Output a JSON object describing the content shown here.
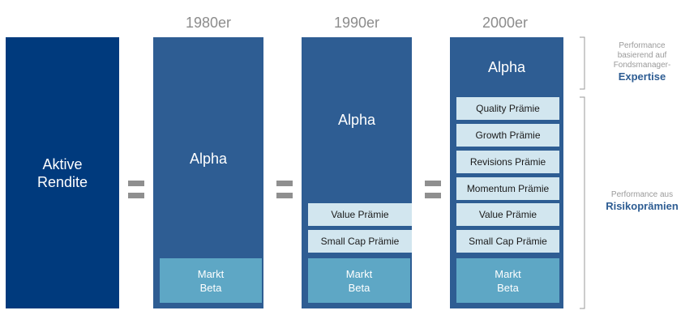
{
  "headers": [
    "1980er",
    "1990er",
    "2000er"
  ],
  "aktive": {
    "line1": "Aktive",
    "line2": "Rendite"
  },
  "alpha_label": "Alpha",
  "beta": {
    "line1": "Markt",
    "line2": "Beta"
  },
  "col1990_premiums": [
    "Value Prämie",
    "Small Cap Prämie"
  ],
  "col2000_premiums": [
    "Quality Prämie",
    "Growth Prämie",
    "Revisions Prämie",
    "Momentum Prämie",
    "Value Prämie",
    "Small Cap Prämie"
  ],
  "expertise": {
    "small1": "Performance",
    "small2": "basierend auf",
    "small3": "Fondsmanager-",
    "strong": "Expertise"
  },
  "risk": {
    "small": "Performance aus",
    "strong": "Risikoprämien"
  },
  "colors": {
    "aktive_bg": "#003a7d",
    "column_bg": "#2e5d93",
    "premium_bg": "#d2e6ef",
    "beta_bg": "#5ea7c5",
    "highlight_text": "#2e5d93"
  }
}
